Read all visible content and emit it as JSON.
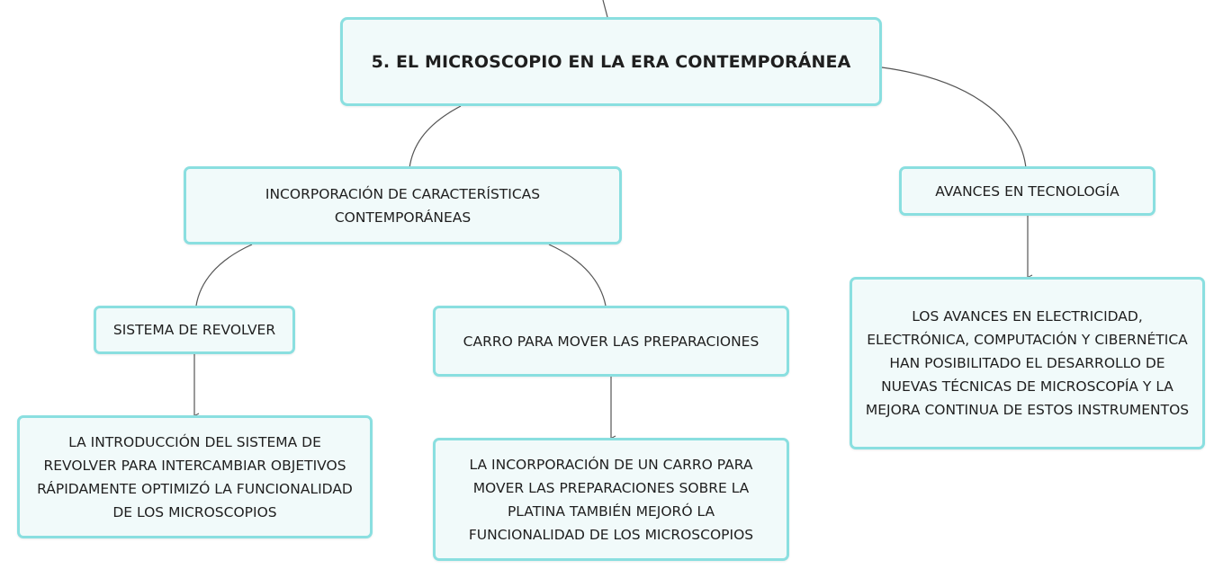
{
  "nodes": {
    "root": "5. EL MICROSCOPIO EN LA ERA CONTEMPORÁNEA",
    "features": "INCORPORACIÓN DE CARACTERÍSTICAS CONTEMPORÁNEAS",
    "tech": "AVANCES EN TECNOLOGÍA",
    "revolver": "SISTEMA DE REVOLVER",
    "carro": "CARRO PARA MOVER LAS PREPARACIONES",
    "revolver_desc": "LA INTRODUCCIÓN DEL SISTEMA DE REVOLVER PARA INTERCAMBIAR OBJETIVOS RÁPIDAMENTE OPTIMIZÓ LA FUNCIONALIDAD DE LOS MICROSCOPIOS",
    "carro_desc": "LA INCORPORACIÓN DE UN CARRO PARA MOVER LAS PREPARACIONES SOBRE LA PLATINA TAMBIÉN MEJORÓ LA FUNCIONALIDAD DE LOS MICROSCOPIOS",
    "tech_desc": "LOS AVANCES EN ELECTRICIDAD, ELECTRÓNICA, COMPUTACIÓN Y CIBERNÉTICA HAN POSIBILITADO EL DESARROLLO DE NUEVAS TÉCNICAS DE MICROSCOPÍA Y LA MEJORA CONTINUA DE ESTOS INSTRUMENTOS"
  },
  "colors": {
    "node_border": "#8adfe0",
    "node_fill": "#f1fafa",
    "connector": "#555555"
  }
}
